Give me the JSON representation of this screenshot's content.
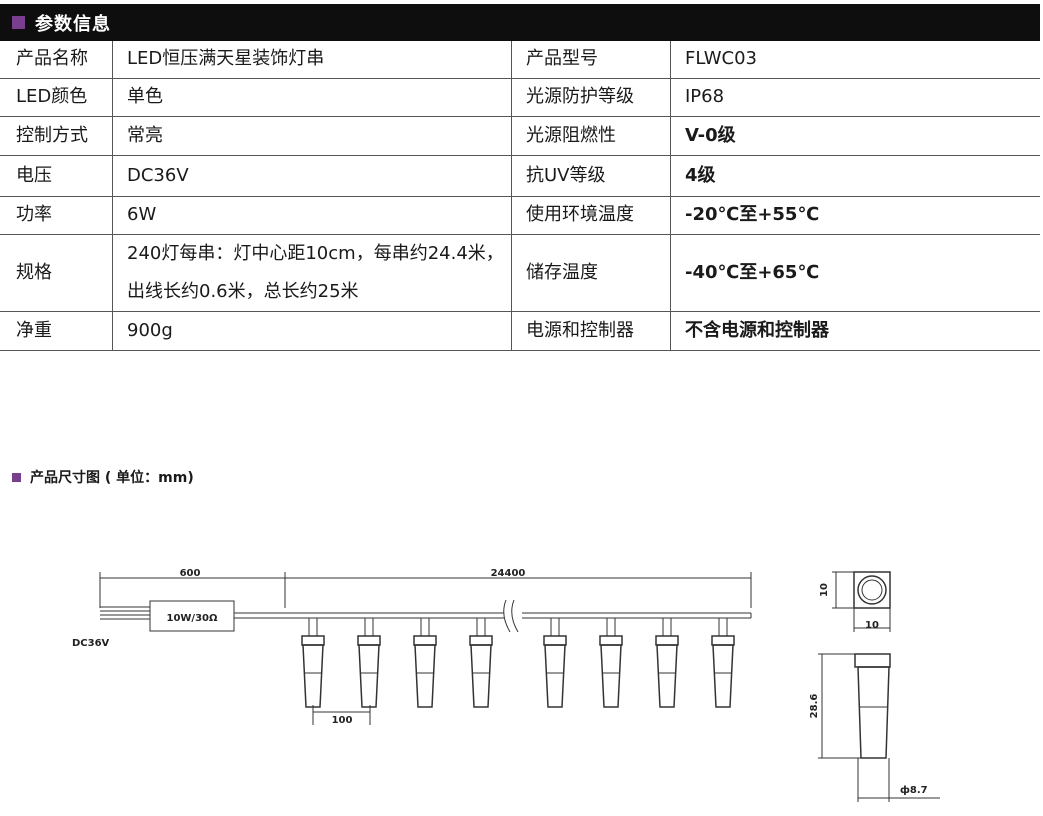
{
  "header": {
    "title": "参数信息",
    "accent_color": "#7a3e8e"
  },
  "params": [
    [
      "产品名称",
      "LED恒压满天星装饰灯串",
      "产品型号",
      "FLWC03"
    ],
    [
      "LED颜色",
      "单色",
      "光源防护等级",
      "IP68"
    ],
    [
      "控制方式",
      "常亮",
      "光源阻燃性",
      "V-0级"
    ],
    [
      "电压",
      "DC36V",
      "抗UV等级",
      "4级"
    ],
    [
      "功率",
      "6W",
      "使用环境温度",
      "-20℃至+55℃"
    ],
    [
      "规格",
      "240灯每串：灯中心距10cm，每串约24.4米，出线长约0.6米，总长约25米",
      "储存温度",
      "-40℃至+65℃"
    ],
    [
      "净重",
      "900g",
      "电源和控制器",
      "不含电源和控制器"
    ]
  ],
  "dimensions": {
    "heading": "产品尺寸图 ( 单位：mm)",
    "lead_length": "600",
    "string_length": "24400",
    "controller_label": "10W/30Ω",
    "input_label": "DC36V",
    "spacing": "100",
    "top_width": "10",
    "top_height": "10",
    "side_height": "28.6",
    "diameter": "ф8.7"
  }
}
